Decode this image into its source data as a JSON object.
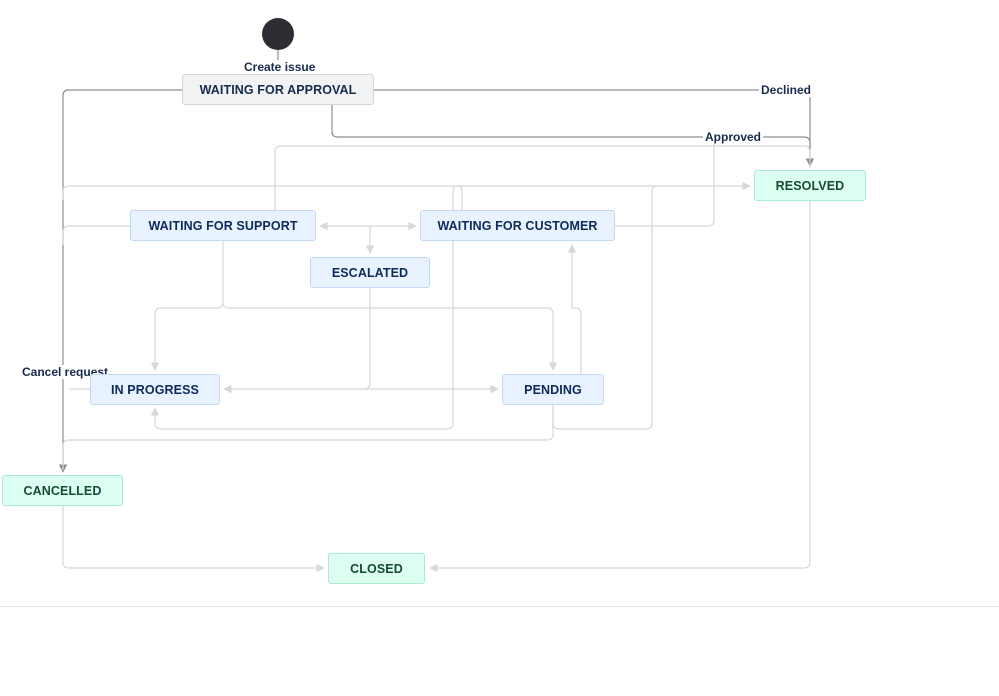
{
  "colors": {
    "todo_bg": "#f1f2f4",
    "inprogress_bg": "#e9f2ff",
    "done_bg": "#dcfff1",
    "edge_light": "#d4d7dc",
    "edge_dark": "#8b8f96",
    "start": "#2c2e33"
  },
  "statuses": {
    "waiting_for_approval": "WAITING FOR APPROVAL",
    "resolved": "RESOLVED",
    "waiting_for_support": "WAITING FOR SUPPORT",
    "waiting_for_customer": "WAITING FOR CUSTOMER",
    "escalated": "ESCALATED",
    "in_progress": "IN PROGRESS",
    "pending": "PENDING",
    "cancelled": "CANCELLED",
    "closed": "CLOSED"
  },
  "transitions": {
    "create_issue": "Create issue",
    "declined": "Declined",
    "approved": "Approved",
    "cancel_request": "Cancel request"
  }
}
